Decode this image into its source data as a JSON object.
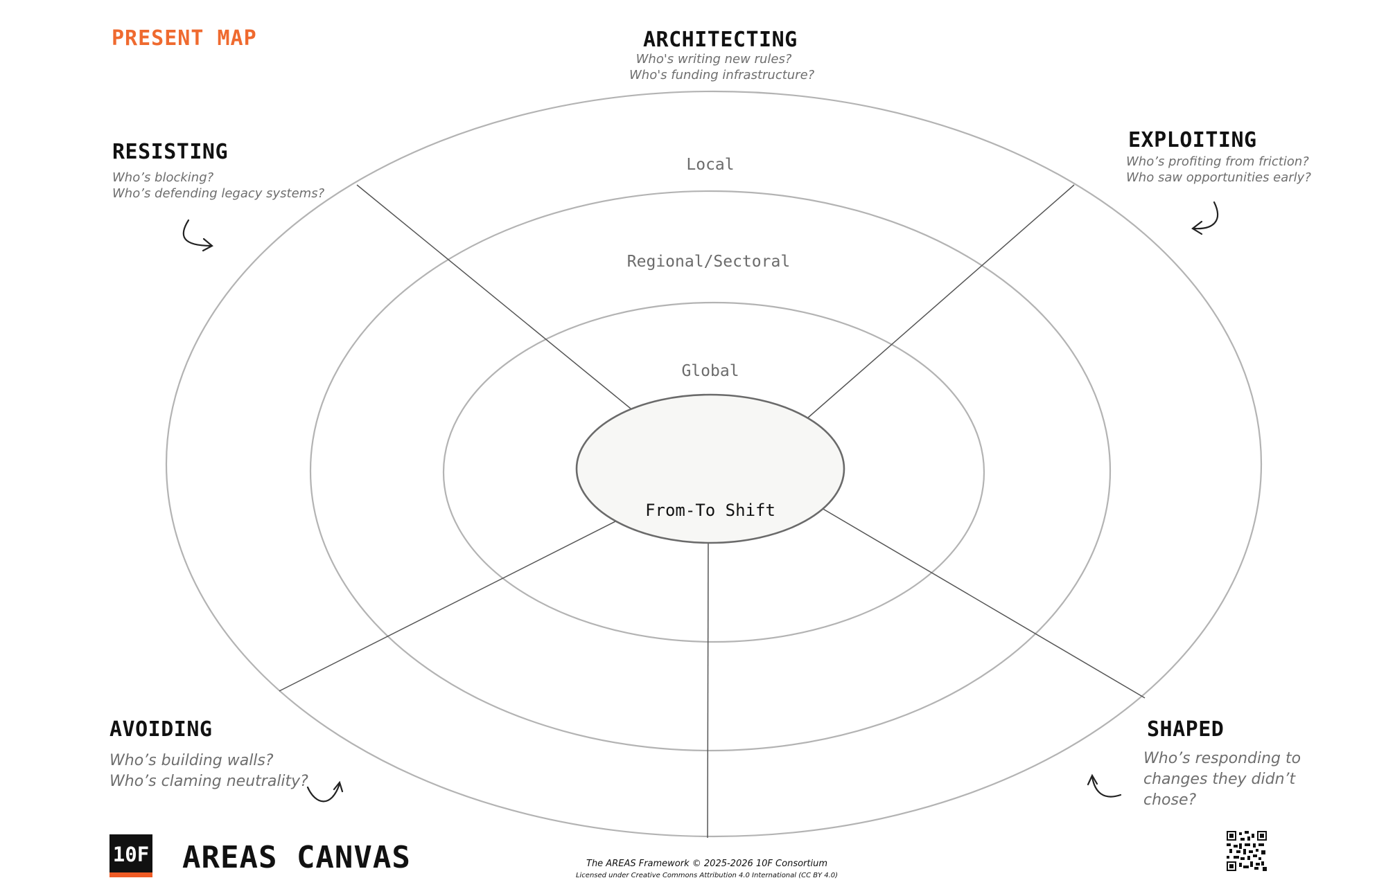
{
  "header": {
    "map_label": "PRESENT MAP"
  },
  "sectors": {
    "architecting": {
      "title": "ARCHITECTING",
      "questions": [
        "Who's writing new rules?",
        "Who's funding infrastructure?"
      ]
    },
    "resisting": {
      "title": "RESISTING",
      "questions": [
        "Who’s blocking?",
        "Who’s defending legacy systems?"
      ]
    },
    "exploiting": {
      "title": "EXPLOITING",
      "questions": [
        "Who’s profiting from friction?",
        "Who saw opportunities early?"
      ]
    },
    "avoiding": {
      "title": "AVOIDING",
      "questions": [
        "Who’s building walls?",
        "Who’s claming neutrality?"
      ]
    },
    "shaped": {
      "title": "SHAPED",
      "questions": [
        "Who’s responding to",
        "changes they didn’t",
        "chose?"
      ]
    }
  },
  "rings": {
    "outer": "Local",
    "middle": "Regional/Sectoral",
    "inner": "Global"
  },
  "center": {
    "label": "From-To Shift"
  },
  "branding": {
    "logo": "10F",
    "title": "AREAS CANVAS"
  },
  "footer": {
    "line1": "The AREAS Framework © 2025-2026 10F Consortium",
    "line2": "Licensed under Creative Commons Attribution 4.0 International (CC BY 4.0)"
  },
  "colors": {
    "accent": "#ef6a2f",
    "ring_stroke": "#b3b3b3",
    "spoke_stroke": "#555555",
    "center_fill": "#f7f7f5"
  },
  "icons": {
    "qr": "qr-code-icon",
    "arrow": "curved-arrow-icon"
  }
}
